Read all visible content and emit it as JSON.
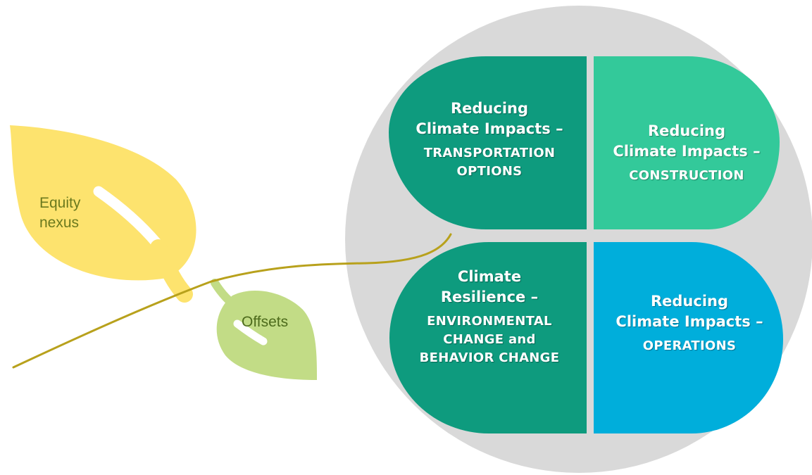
{
  "leaves": {
    "equity": {
      "label_line1": "Equity",
      "label_line2": "nexus",
      "text_color": "#6b7a1e"
    },
    "offsets": {
      "label": "Offsets",
      "text_color": "#4d6b1c"
    }
  },
  "petals": {
    "top_left": {
      "title_line1": "Reducing",
      "title_line2": "Climate Impacts –",
      "subtitle_line1": "TRANSPORTATION",
      "subtitle_line2": "OPTIONS",
      "color": "#0e9b7e"
    },
    "top_right": {
      "title_line1": "Reducing",
      "title_line2": "Climate Impacts –",
      "subtitle_line1": "CONSTRUCTION",
      "color": "#33c99a"
    },
    "bottom_left": {
      "title_line1": "Climate",
      "title_line2": "Resilience –",
      "subtitle_line1": "ENVIRONMENTAL",
      "subtitle_line2": "CHANGE and",
      "subtitle_line3": "BEHAVIOR CHANGE",
      "color": "#0e9b7e"
    },
    "bottom_right": {
      "title_line1": "Reducing",
      "title_line2": "Climate Impacts –",
      "subtitle_line1": "OPERATIONS",
      "color": "#00aedb"
    }
  },
  "colors": {
    "circle_bg": "#d9d9d9",
    "stem": "#b8a11c",
    "equity_leaf": "#fde36e",
    "offsets_leaf": "#c2dc86"
  }
}
